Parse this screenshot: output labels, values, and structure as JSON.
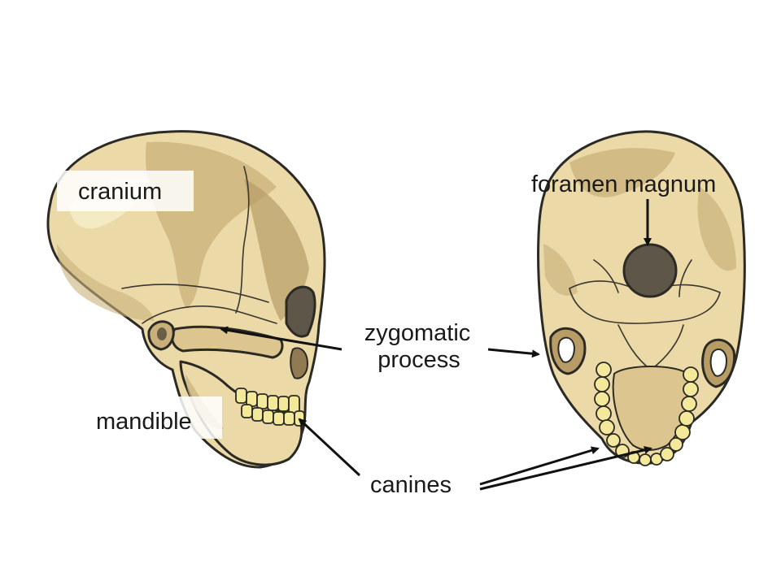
{
  "labels": {
    "cranium": "cranium",
    "foramen_magnum": "foramen magnum",
    "zygomatic_line1": "zygomatic",
    "zygomatic_line2": "process",
    "mandible": "mandible",
    "canines": "canines"
  },
  "colors": {
    "bone": "#ebd9a8",
    "bone_light": "#f6ecc8",
    "bone_shadow": "#c9b07a",
    "bone_dark": "#a78e5c",
    "cavity": "#5e5648",
    "teeth": "#f4e89a",
    "label_box": "#ffffff"
  }
}
